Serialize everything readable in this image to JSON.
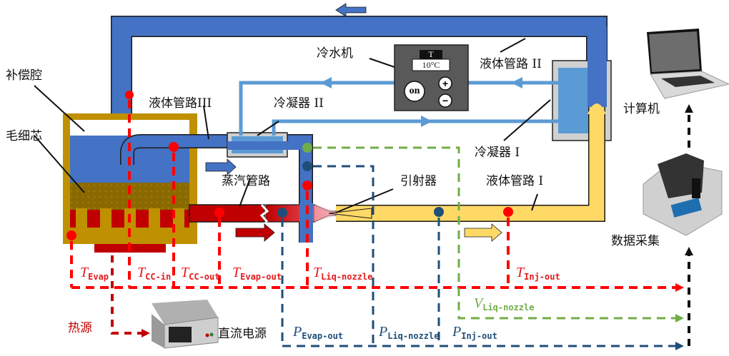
{
  "labels": {
    "compensation_chamber": "补偿腔",
    "capillary_wick": "毛细芯",
    "liquid_line_3": "液体管路III",
    "condenser_2": "冷凝器 II",
    "chiller": "冷水机",
    "liquid_line_2": "液体管路 II",
    "condenser_1": "冷凝器 I",
    "liquid_line_1": "液体管路 I",
    "vapor_line": "蒸汽管路",
    "ejector": "引射器",
    "computer": "计算机",
    "data_acquisition": "数据采集",
    "heat_source": "热源",
    "dc_power": "直流电源"
  },
  "chiller_panel": {
    "display_header": "T",
    "display_value": "10°C",
    "on_button": "on",
    "plus_button": "+",
    "minus_button": "−"
  },
  "sensors": {
    "T_Evap": {
      "sym": "T",
      "sub": "Evap"
    },
    "T_CC_in": {
      "sym": "T",
      "sub": "CC-in"
    },
    "T_CC_out": {
      "sym": "T",
      "sub": "CC-out"
    },
    "T_Evap_out": {
      "sym": "T",
      "sub": "Evap-out"
    },
    "T_Liq_nozzle": {
      "sym": "T",
      "sub": "Liq-nozzle"
    },
    "T_Inj_out": {
      "sym": "T",
      "sub": "Inj-out"
    },
    "V_Liq_nozzle": {
      "sym": "V",
      "sub": "Liq-nozzle"
    },
    "P_Evap_out": {
      "sym": "P",
      "sub": "Evap-out"
    },
    "P_Liq_nozzle": {
      "sym": "P",
      "sub": "Liq-nozzle"
    },
    "P_Inj_out": {
      "sym": "P",
      "sub": "Inj-out"
    }
  },
  "colors": {
    "liquid_blue": "#4472c4",
    "cooling_water": "#5b9bd5",
    "vapor_red": "#c00000",
    "two_phase_yellow": "#ffd966",
    "evaporator_gold": "#bf9000",
    "temperature_signal": "#ff0000",
    "pressure_signal": "#1f4e79",
    "velocity_signal": "#70ad47",
    "chiller_gray": "#595959"
  }
}
